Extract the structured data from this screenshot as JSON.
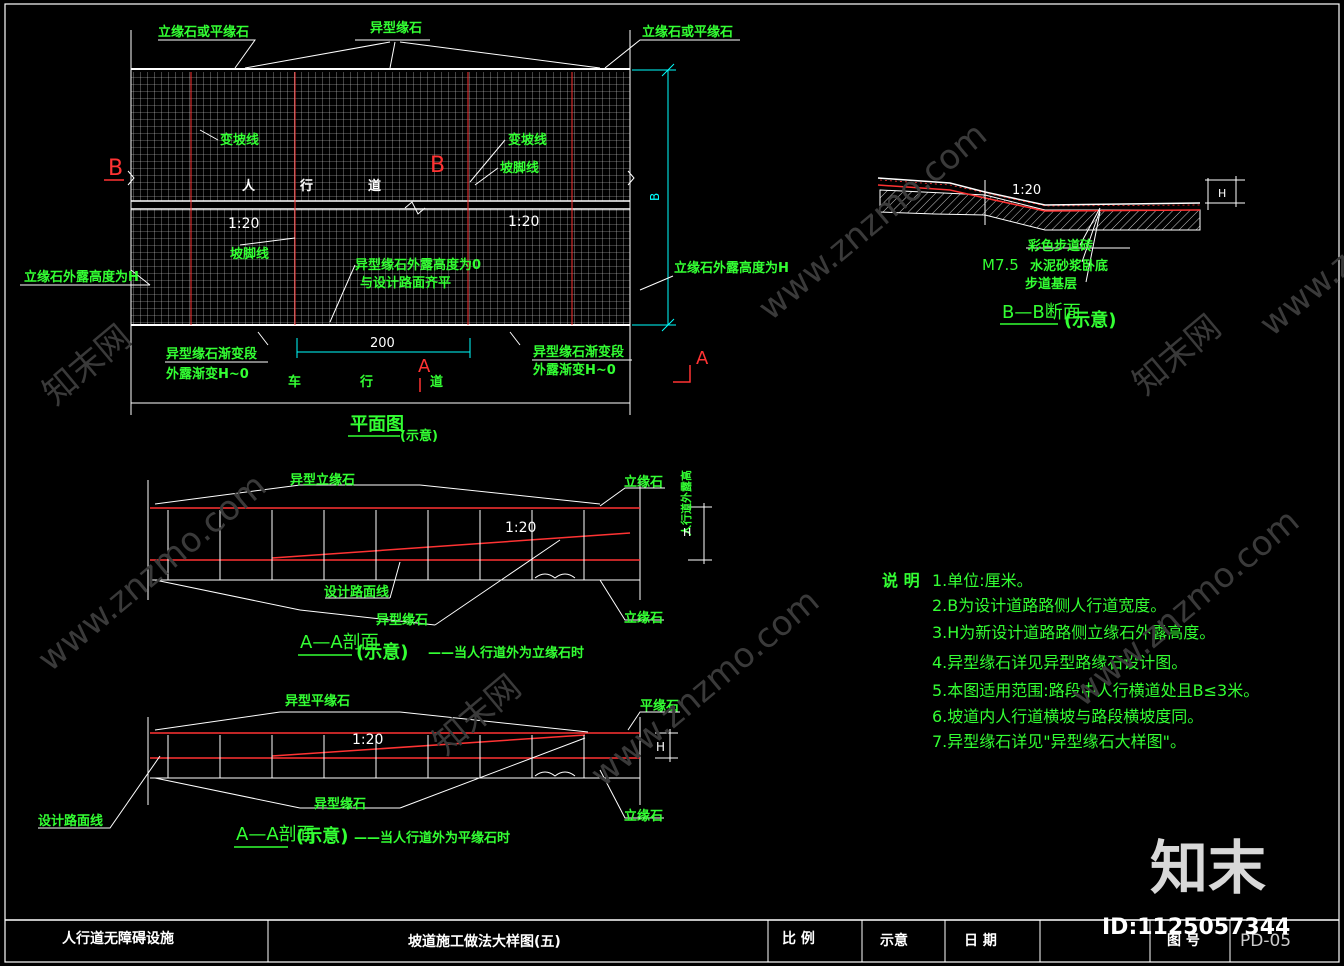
{
  "plan": {
    "curb_or_flat_left": "立缘石或平缘石",
    "special_curb": "异型缘石",
    "curb_or_flat_right": "立缘石或平缘石",
    "grade_change_line_1": "变坡线",
    "grade_change_line_2": "变坡线",
    "toe_line_1": "坡脚线",
    "toe_line_2": "坡脚线",
    "sidewalk_chars": [
      "人",
      "行",
      "道"
    ],
    "slope_1": "1:20",
    "slope_2": "1:20",
    "dim_b": "B",
    "special_curb_height": "异型缘石外露高度为0",
    "flush_with_road": "与设计路面齐平",
    "curb_exposed_left": "立缘石外露高度为H",
    "curb_exposed_right": "立缘石外露高度为H",
    "transition_left_1": "异型缘石渐变段",
    "transition_left_2": "外露渐变H~0",
    "transition_right_1": "异型缘石渐变段",
    "transition_right_2": "外露渐变H~0",
    "dim_200": "200",
    "roadway_chars": [
      "车",
      "行",
      "道"
    ],
    "marker_b": "B",
    "marker_a": "A",
    "title": "平面图",
    "title_note": "(示意)"
  },
  "section_bb": {
    "slope": "1:20",
    "dim_h": "H",
    "layer_1": "彩色步道砖",
    "layer_2_prefix": "M7.5",
    "layer_2": "水泥砂浆卧底",
    "layer_3": "步道基层",
    "title": "B—B断面",
    "title_note": "(示意)"
  },
  "section_aa1": {
    "special_upright": "异型立缘石",
    "upright_curb_top": "立缘石",
    "upright_curb_bottom": "立缘石",
    "slope": "1:20",
    "side_label": "人行道外露高",
    "design_road": "设计路面线",
    "special_curb": "异型缘石",
    "title": "A—A剖面",
    "title_note": "(示意)",
    "caption": "——当人行道外为立缘石时"
  },
  "section_aa2": {
    "special_flat": "异型平缘石",
    "flat_curb": "平缘石",
    "slope": "1:20",
    "dim_h": "H",
    "design_road": "设计路面线",
    "special_curb": "异型缘石",
    "upright_curb": "立缘石",
    "title": "A—A剖面",
    "title_note": "(示意)",
    "caption": "——当人行道外为平缘石时"
  },
  "notes": {
    "heading": "说 明",
    "items": [
      "1.单位:厘米。",
      "2.B为设计道路路侧人行道宽度。",
      "3.H为新设计道路路侧立缘石外露高度。",
      "4.异型缘石详见异型路缘石设计图。",
      "5.本图适用范围:路段中人行横道处且B≤3米。",
      "6.坡道内人行道横坡与路段横坡度同。",
      "7.异型缘石详见\"异型缘石大样图\"。"
    ]
  },
  "title_block": {
    "project": "人行道无障碍设施",
    "drawing": "坡道施工做法大样图(五)",
    "scale_label": "比 例",
    "scale_value": "示意",
    "date_label": "日 期",
    "number_label": "图 号",
    "number_value": "PD-05"
  },
  "watermark": {
    "brand": "知末",
    "id": "ID:1125057344",
    "site": "www.znzmo.com",
    "cn": "知末网"
  },
  "colors": {
    "background": "#000000",
    "green": "#33ff33",
    "red": "#ff3333",
    "white": "#ffffff",
    "cyan": "#00ffff"
  }
}
